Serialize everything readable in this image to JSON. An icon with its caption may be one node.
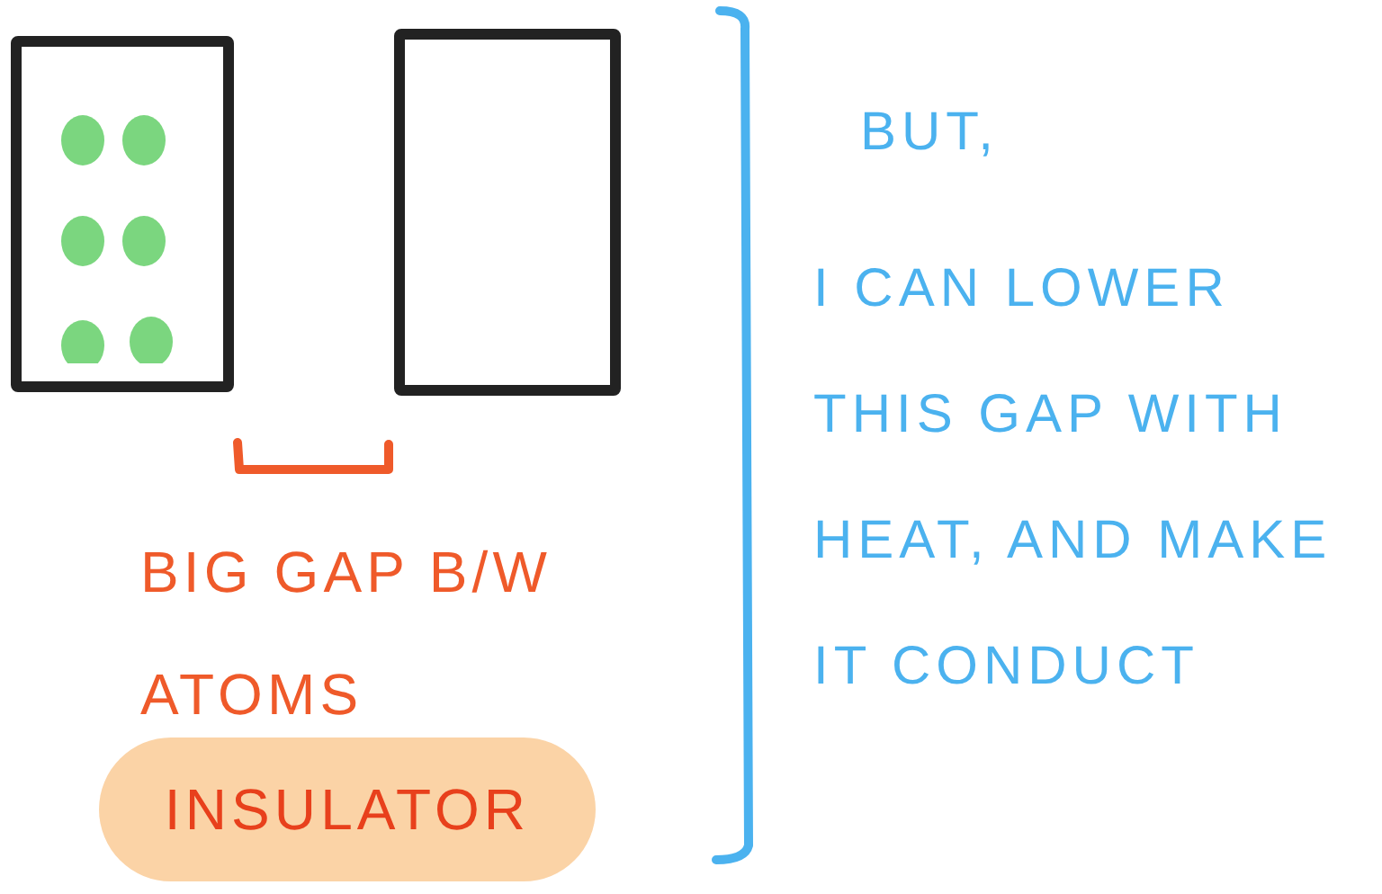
{
  "diagram": {
    "nodes": [
      {
        "text": [],
        "shape": "box"
      },
      {
        "text": [],
        "shape": "box"
      },
      {
        "text": [
          "INSULATOR"
        ]
      }
    ],
    "labels": [
      "BIG GAP B/W ATOMS",
      "BUT,",
      "I CAN LOWER THIS GAP WITH HEAT, AND MAKE IT CONDUCT"
    ]
  }
}
